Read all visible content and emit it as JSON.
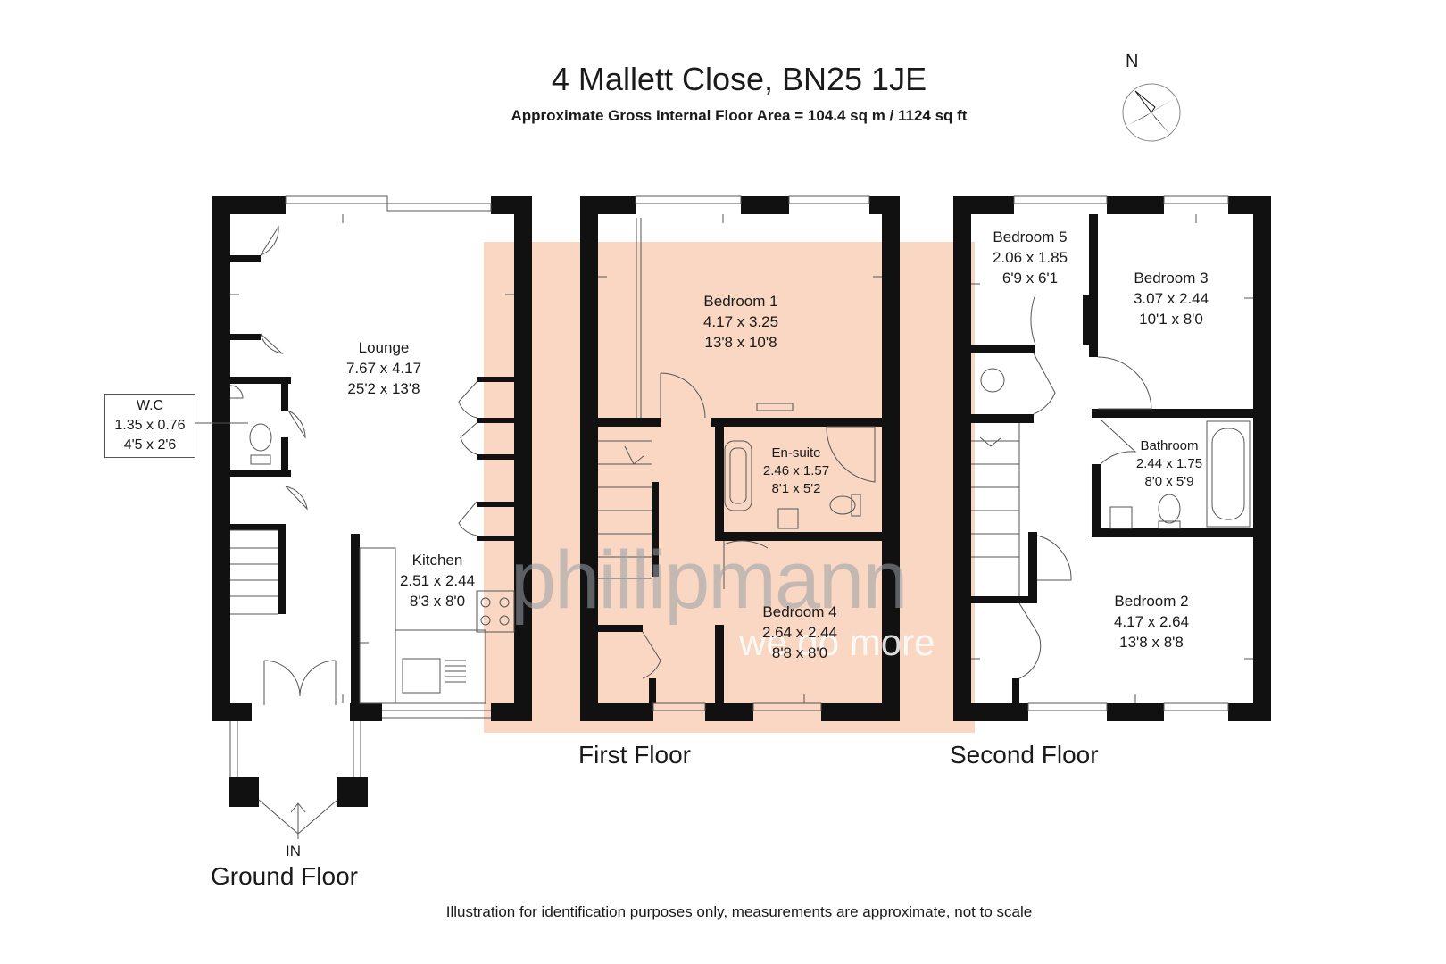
{
  "header": {
    "title": "4 Mallett Close, BN25 1JE",
    "subtitle": "Approximate Gross Internal Floor Area = 104.4 sq m / 1124 sq ft"
  },
  "compass": {
    "north_label": "N"
  },
  "floors": {
    "ground": "Ground Floor",
    "first": "First Floor",
    "second": "Second Floor"
  },
  "entrance_label": "IN",
  "rooms": {
    "wc": {
      "name": "W.C",
      "metric": "1.35 x 0.76",
      "imperial": "4'5 x 2'6"
    },
    "lounge": {
      "name": "Lounge",
      "metric": "7.67 x 4.17",
      "imperial": "25'2 x 13'8"
    },
    "kitchen": {
      "name": "Kitchen",
      "metric": "2.51 x 2.44",
      "imperial": "8'3 x 8'0"
    },
    "bedroom1": {
      "name": "Bedroom 1",
      "metric": "4.17 x 3.25",
      "imperial": "13'8 x 10'8"
    },
    "ensuite": {
      "name": "En-suite",
      "metric": "2.46 x 1.57",
      "imperial": "8'1 x 5'2"
    },
    "bedroom4": {
      "name": "Bedroom 4",
      "metric": "2.64 x 2.44",
      "imperial": "8'8 x 8'0"
    },
    "bedroom5": {
      "name": "Bedroom 5",
      "metric": "2.06 x 1.85",
      "imperial": "6'9 x 6'1"
    },
    "bedroom3": {
      "name": "Bedroom 3",
      "metric": "3.07 x 2.44",
      "imperial": "10'1 x 8'0"
    },
    "bathroom": {
      "name": "Bathroom",
      "metric": "2.44 x 1.75",
      "imperial": "8'0 x 5'9"
    },
    "bedroom2": {
      "name": "Bedroom 2",
      "metric": "4.17 x 2.64",
      "imperial": "13'8 x 8'8"
    }
  },
  "watermark": {
    "brand": "phillipmann",
    "tagline": "we do more",
    "box_color": "#f7c9ad",
    "brand_color": "#b6b9bf"
  },
  "colors": {
    "wall": "#111111",
    "line": "#555555"
  },
  "footer": "Illustration for identification purposes only, measurements are approximate, not to scale"
}
